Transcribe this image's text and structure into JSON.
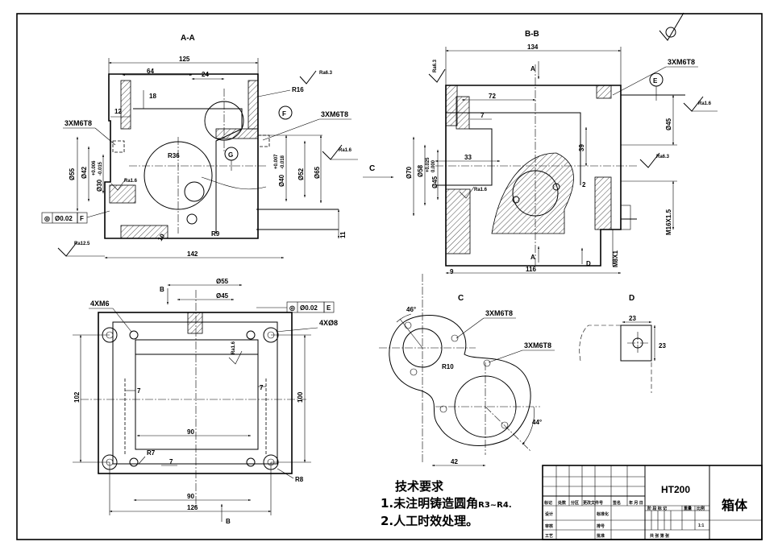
{
  "views": {
    "aa_title": "A-A",
    "bb_title": "B-B",
    "c_title": "C",
    "d_title": "D",
    "arrow_b_top": "B",
    "arrow_b_bottom": "B",
    "arrow_c": "C",
    "arrow_a_top": "A",
    "arrow_a_bottom": "A",
    "arrow_d": "D"
  },
  "aa": {
    "d125": "125",
    "d64": "64",
    "d24": "24",
    "d18": "18",
    "d12": "12",
    "d142": "142",
    "d10": "10",
    "d11": "11",
    "r16": "R16",
    "r36": "R36",
    "r9": "R9",
    "d55": "Ø55",
    "d42": "Ø42",
    "d30": "Ø30",
    "d30_tol_up": "+0.006",
    "d30_tol_lo": "-0.015",
    "d40": "Ø40",
    "d40_tol_up": "+0.007",
    "d40_tol_lo": "-0.018",
    "d52": "Ø52",
    "d65": "Ø65",
    "thread_left": "3XM6T8",
    "thread_right": "3XM6T8",
    "ra_top": "Ra6.3",
    "ra_left": "Ra1.6",
    "ra_right": "Ra1.6",
    "ra_bottom": "Ra12.5",
    "tol_symbol": "◎",
    "tol_value": "Ø0.02",
    "tol_datum": "F",
    "datum_f": "F",
    "datum_g": "G"
  },
  "bb": {
    "d134": "134",
    "d72": "72",
    "d7": "7",
    "d33": "33",
    "d39": "39",
    "d116": "116",
    "d9": "9",
    "d2": "2",
    "d70": "Ø70",
    "d58": "Ø58",
    "d45": "Ø45",
    "d45_tol_up": "+0.025",
    "d45_tol_lo": "0.000",
    "d45_right": "Ø45",
    "m16": "M16X1.5",
    "m8": "M8X1",
    "thread": "3XM6T8",
    "ra_left": "Ra6.3",
    "ra_right1": "Ra1.6",
    "ra_right2": "Ra6.3",
    "ra_inner": "Ra1.6",
    "datum_e": "E"
  },
  "plan": {
    "d55": "Ø55",
    "d45": "Ø45",
    "m6": "4XM6",
    "holes": "4XØ8",
    "tol_symbol": "◎",
    "tol_value": "Ø0.02",
    "tol_datum": "E",
    "ra": "Ra1.6",
    "d102": "102",
    "d100": "100",
    "d90a": "90",
    "d90b": "90",
    "d126": "126",
    "d7a": "7",
    "d7b": "7",
    "d7c": "7",
    "r7": "R7",
    "r8": "R8"
  },
  "c_view": {
    "a46": "46°",
    "a44": "44°",
    "t1": "3XM6T8",
    "t2": "3XM6T8",
    "r10": "R10",
    "d42": "42"
  },
  "d_view": {
    "d23a": "23",
    "d23b": "23"
  },
  "notes": {
    "title": "技术要求",
    "line1_main": "1.未注明铸造圆角",
    "line1_tail": "R3~R4.",
    "line2": "2.人工时效处理。"
  },
  "title_block": {
    "material": "HT200",
    "part_name": "箱体",
    "h_mark": "标记",
    "h_count": "处数",
    "h_zone": "分区",
    "h_doc": "更改文件号",
    "h_sign": "签名",
    "h_date": "年 月 日",
    "r_design": "设计",
    "r_std": "标准化",
    "r_check": "审核",
    "r_process": "工艺",
    "r_approve": "批准",
    "r_seq": "排号",
    "stage": "阶 段 标 记",
    "weight": "重量",
    "ratio_label": "比例",
    "ratio_value": "1:1",
    "sheets": "共 张 第 张"
  },
  "surface_symbol": "√"
}
